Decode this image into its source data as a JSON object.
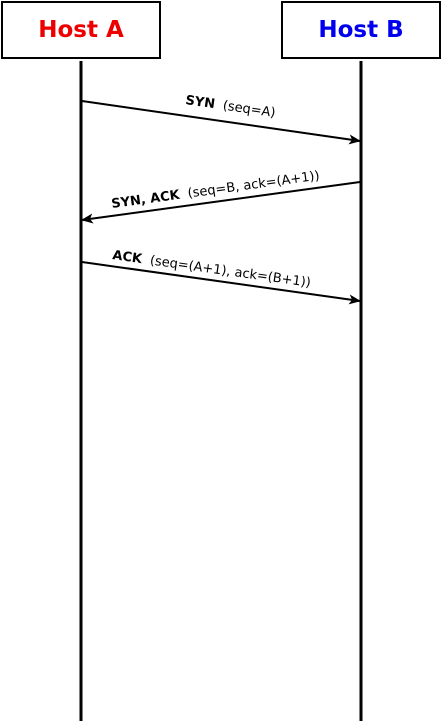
{
  "hosts": {
    "a": {
      "label": "Host A",
      "color": "#ee0000"
    },
    "b": {
      "label": "Host B",
      "color": "#0000ee"
    }
  },
  "messages": [
    {
      "kind": "SYN",
      "params": "(seq=A)",
      "from": "a",
      "to": "b"
    },
    {
      "kind": "SYN, ACK",
      "params": "(seq=B, ack=(A+1))",
      "from": "b",
      "to": "a"
    },
    {
      "kind": "ACK",
      "params": "(seq=(A+1), ack=(B+1))",
      "from": "a",
      "to": "b"
    }
  ]
}
